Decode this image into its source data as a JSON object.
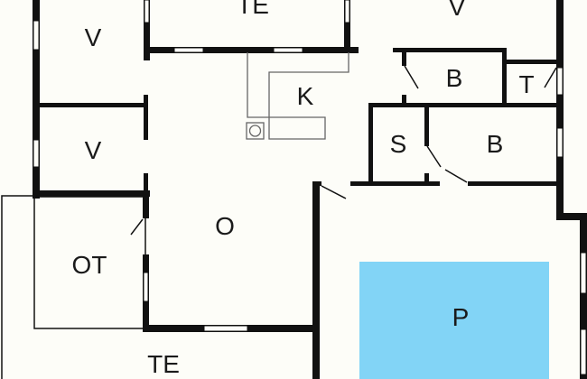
{
  "floor_plan": {
    "rooms": [
      {
        "id": "v1",
        "label": "V"
      },
      {
        "id": "v2",
        "label": "V"
      },
      {
        "id": "v3",
        "label": "V"
      },
      {
        "id": "te_top",
        "label": "TE"
      },
      {
        "id": "k",
        "label": "K"
      },
      {
        "id": "b1",
        "label": "B"
      },
      {
        "id": "t",
        "label": "T"
      },
      {
        "id": "s",
        "label": "S"
      },
      {
        "id": "b2",
        "label": "B"
      },
      {
        "id": "o",
        "label": "O"
      },
      {
        "id": "ot",
        "label": "OT"
      },
      {
        "id": "p",
        "label": "P"
      },
      {
        "id": "te_bottom",
        "label": "TE"
      }
    ],
    "colors": {
      "wall": "#111111",
      "pool": "#82d4f6",
      "background": "#fdfdf8"
    }
  }
}
